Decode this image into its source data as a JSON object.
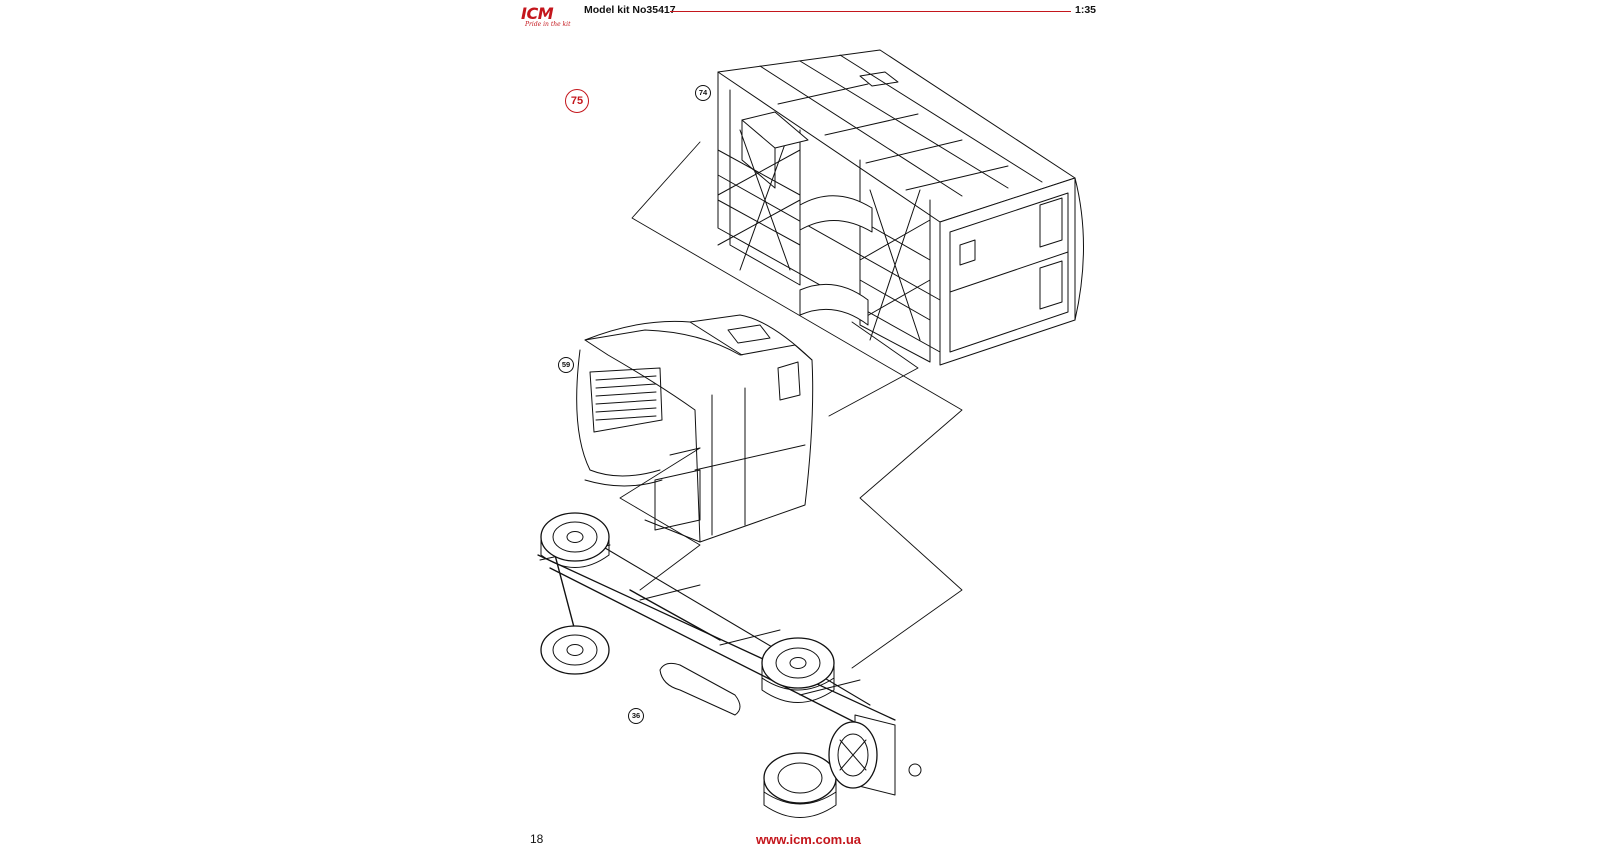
{
  "header": {
    "logo_text": "ICM",
    "logo_tagline": "Pride in the kit",
    "kit_title": "Model kit No35417",
    "scale": "1:35"
  },
  "step": {
    "number": "75"
  },
  "assemblies": {
    "body_ref": "74",
    "cab_ref": "59",
    "chassis_ref": "36"
  },
  "footer": {
    "page_number": "18",
    "website": "www.icm.com.ua"
  },
  "colors": {
    "brand_red": "#c4161c",
    "line_art": "#111111"
  }
}
